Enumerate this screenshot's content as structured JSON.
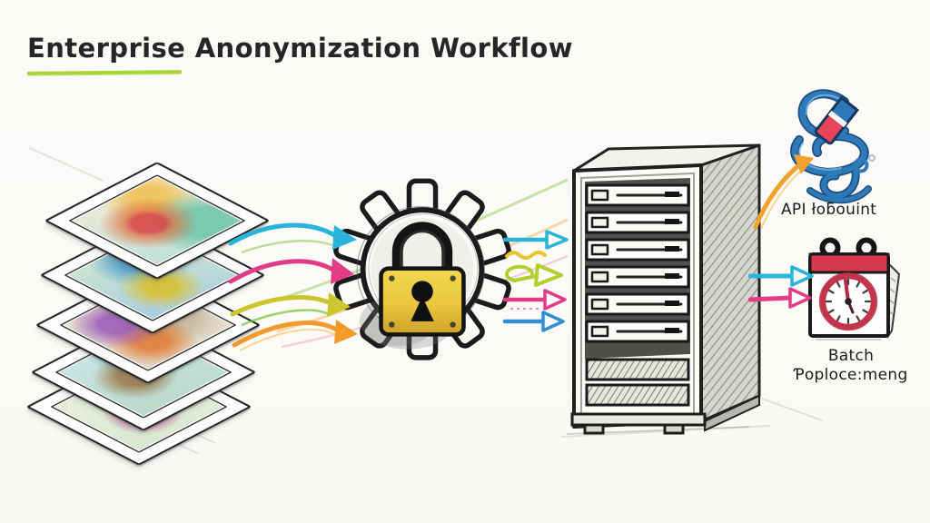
{
  "title": {
    "text": "Enterprise Anonymization Workflow"
  },
  "stack": {
    "description": "stack of source image cards",
    "card_count": 5
  },
  "engine": {
    "description": "gear with golden padlock (anonymization engine)"
  },
  "server": {
    "description": "processing server tower",
    "bay_count": 6,
    "vent_count": 2
  },
  "outputs": {
    "api": {
      "label": "API łoƃouint"
    },
    "batch": {
      "line1": "Batch",
      "line2": "Ƥoploce:meng"
    }
  },
  "icons": {
    "stack": "image-stack-icon",
    "engine": "gear-lock-icon",
    "server": "server-tower-icon",
    "api": "scribble-swirl-icon",
    "batch": "calendar-clock-icon"
  },
  "colors": {
    "title_underline": "#a9d438",
    "arrow_cyan": "#29b5da",
    "arrow_magenta": "#e33c86",
    "arrow_orange": "#f29a2b",
    "arrow_green": "#b5cf2e",
    "arrow_blue": "#2f8fd4",
    "lock_gold": "#e9c63e",
    "calendar_red": "#d6394e",
    "swirl_blue": "#2e7ab8"
  }
}
